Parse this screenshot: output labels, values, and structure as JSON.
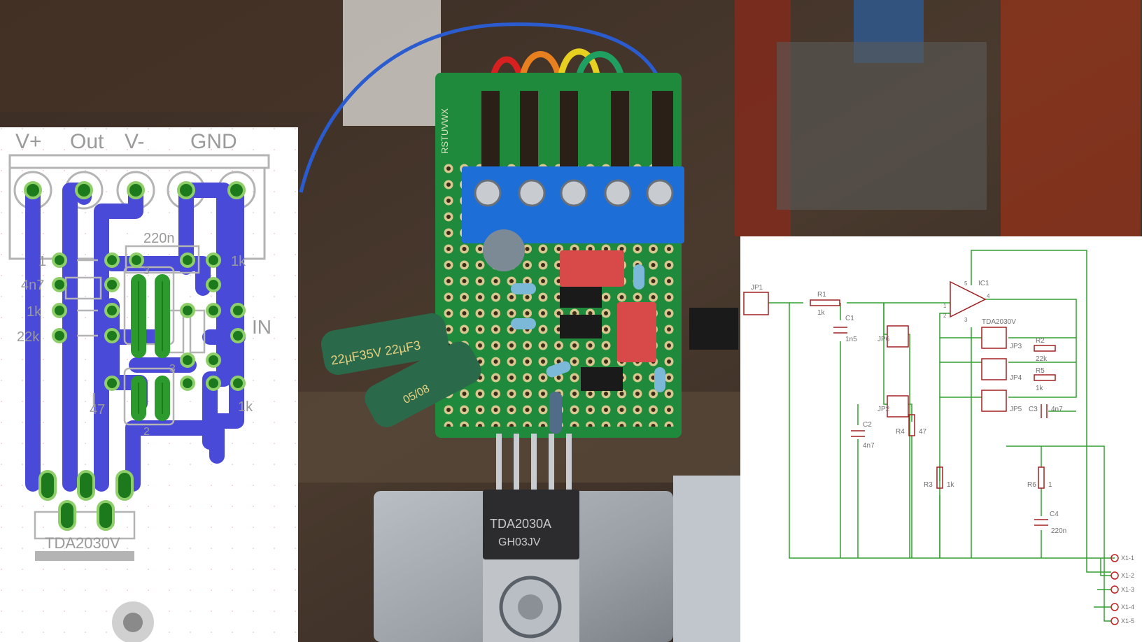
{
  "pcb_layout": {
    "terminal_labels": [
      "V+",
      "Out",
      "V-",
      "GND"
    ],
    "component_labels": {
      "cap_top": "220n",
      "r_left_1": "1",
      "cap_left": "4n7",
      "r_left_2": "1k",
      "r_left_3": "22k",
      "r_right_top": "1k",
      "input": "IN",
      "r_bottom_left": "47",
      "r_bottom_right": "1k",
      "jumper_3a": "3",
      "jumper_3b": "3",
      "jumper_2": "2",
      "ic": "TDA2030V"
    },
    "colors": {
      "copper": "#4a4ad8",
      "pad": "#1c7a1c",
      "pad_ring": "#8fcf6a",
      "silk": "#b4b4b4"
    }
  },
  "photo": {
    "capacitor_text_1": "22µF35V 22µF3",
    "capacitor_text_2": "05/08",
    "pcb_edge_letters": "RSTUVWX",
    "ic_marking_1": "TDA2030A",
    "ic_marking_2": "GH03JV"
  },
  "schematic": {
    "labels": {
      "jp1": "JP1",
      "r1": "R1",
      "r1_val": "1k",
      "c1": "C1",
      "c1_val": "1n5",
      "ic1": "IC1",
      "ic1_val": "TDA2030V",
      "jp6": "JP6",
      "jp2": "JP2",
      "c2": "C2",
      "c2_val": "4n7",
      "r4": "R4",
      "r4_val": "47",
      "r3": "R3",
      "r3_val": "1k",
      "jp3": "JP3",
      "jp4": "JP4",
      "jp5": "JP5",
      "r2": "R2",
      "r2_val": "22k",
      "r5": "R5",
      "r5_val": "1k",
      "c3": "C3",
      "c3_val": "4n7",
      "r6": "R6",
      "r6_val": "1",
      "c4": "C4",
      "c4_val": "220n"
    },
    "pins": [
      "X1-1",
      "X1-2",
      "X1-3",
      "X1-4",
      "X1-5"
    ],
    "ic_pins": {
      "p1": "1",
      "p2": "2",
      "p3": "3",
      "p4": "4",
      "p5": "5"
    },
    "colors": {
      "wire": "#30a030",
      "part": "#a02020",
      "pin": "#c02020"
    }
  }
}
